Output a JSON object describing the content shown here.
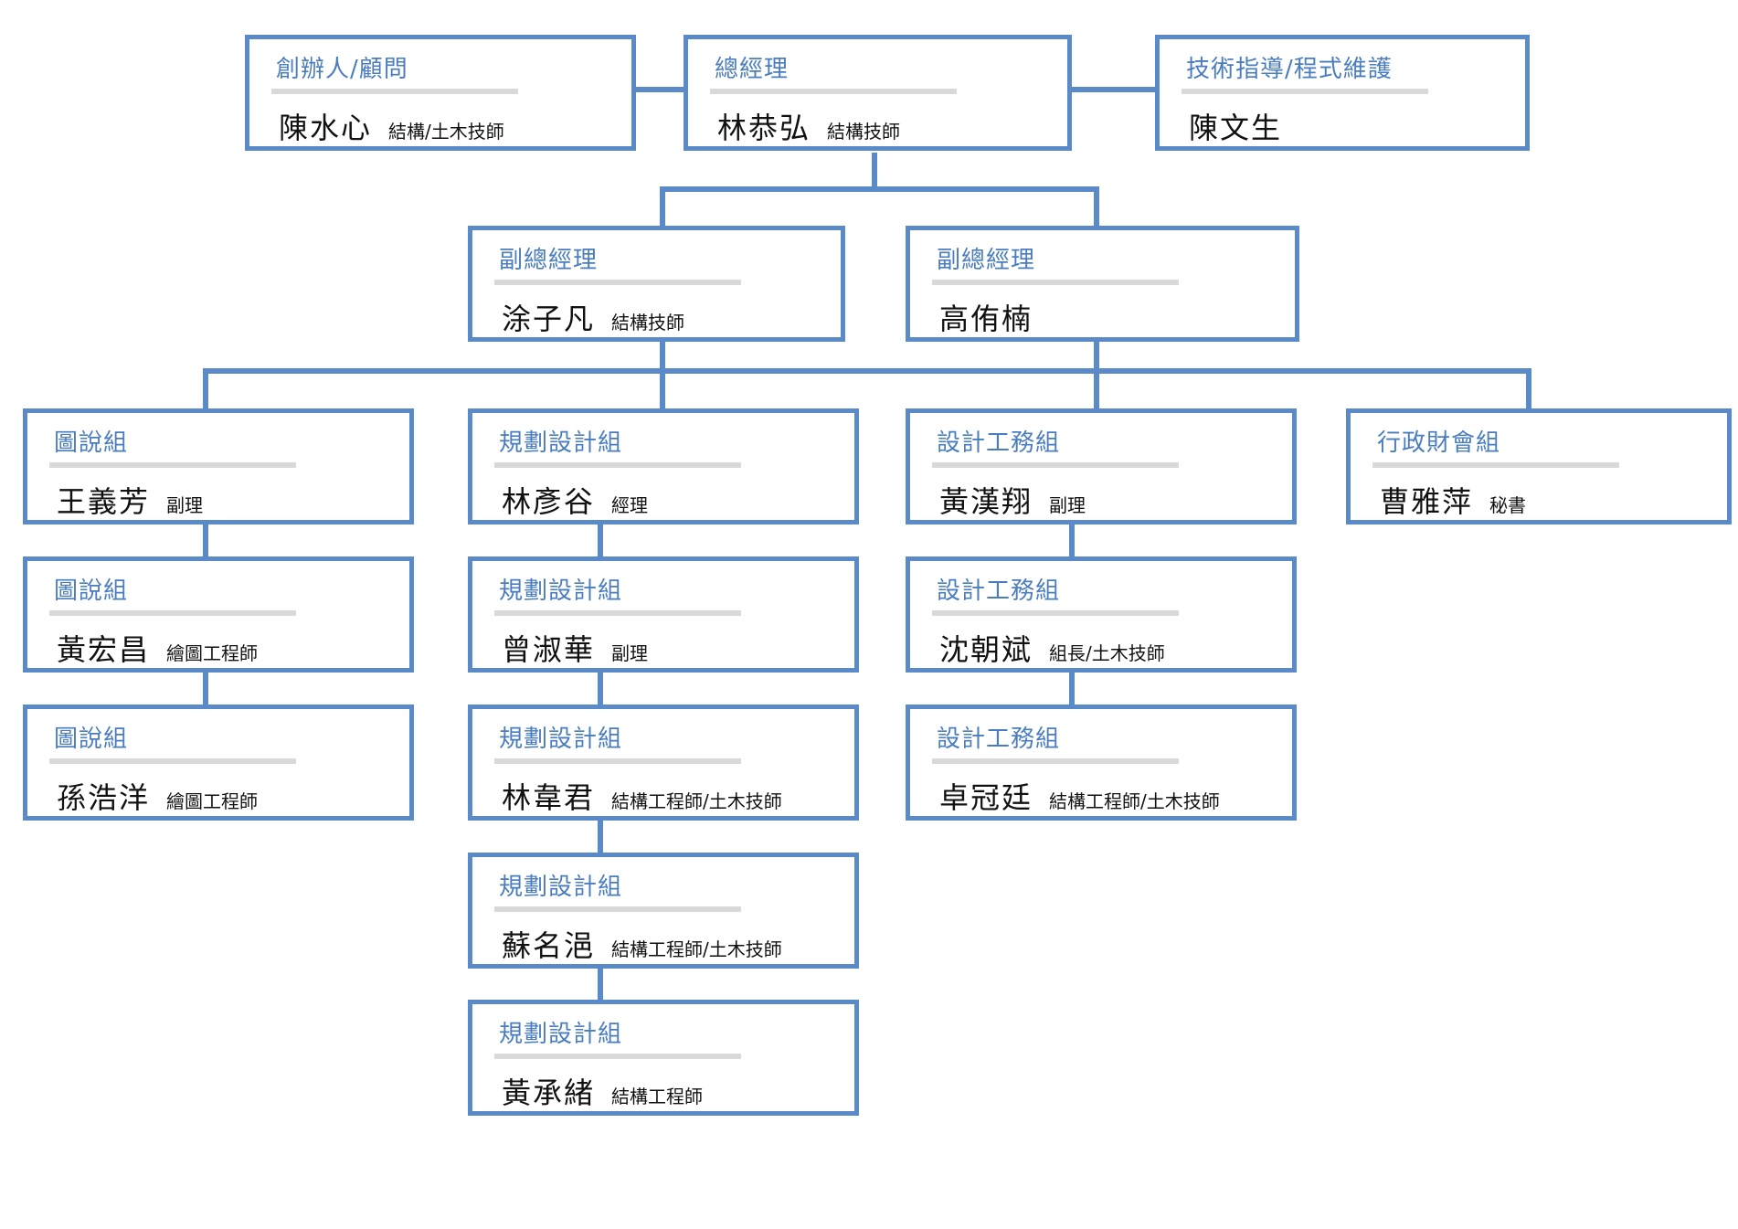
{
  "org_chart": {
    "nodes": [
      {
        "dept": "創辦人/顧問",
        "name": "陳水心",
        "title": "結構/土木技師"
      },
      {
        "dept": "總經理",
        "name": "林恭弘",
        "title": "結構技師"
      },
      {
        "dept": "技術指導/程式維護",
        "name": "陳文生",
        "title": ""
      },
      {
        "dept": "副總經理",
        "name": "涂子凡",
        "title": "結構技師"
      },
      {
        "dept": "副總經理",
        "name": "高侑楠",
        "title": ""
      },
      {
        "dept": "圖說組",
        "name": "王義芳",
        "title": "副理"
      },
      {
        "dept": "規劃設計組",
        "name": "林彥谷",
        "title": "經理"
      },
      {
        "dept": "設計工務組",
        "name": "黃漢翔",
        "title": "副理"
      },
      {
        "dept": "行政財會組",
        "name": "曹雅萍",
        "title": "秘書"
      },
      {
        "dept": "圖說組",
        "name": "黃宏昌",
        "title": "繪圖工程師"
      },
      {
        "dept": "規劃設計組",
        "name": "曾淑華",
        "title": "副理"
      },
      {
        "dept": "設計工務組",
        "name": "沈朝斌",
        "title": "組長/土木技師"
      },
      {
        "dept": "圖說組",
        "name": "孫浩洋",
        "title": "繪圖工程師"
      },
      {
        "dept": "規劃設計組",
        "name": "林韋君",
        "title": "結構工程師/土木技師"
      },
      {
        "dept": "設計工務組",
        "name": "卓冠廷",
        "title": "結構工程師/土木技師"
      },
      {
        "dept": "規劃設計組",
        "name": "蘇名浥",
        "title": "結構工程師/土木技師"
      },
      {
        "dept": "規劃設計組",
        "name": "黃承緒",
        "title": "結構工程師"
      }
    ]
  }
}
